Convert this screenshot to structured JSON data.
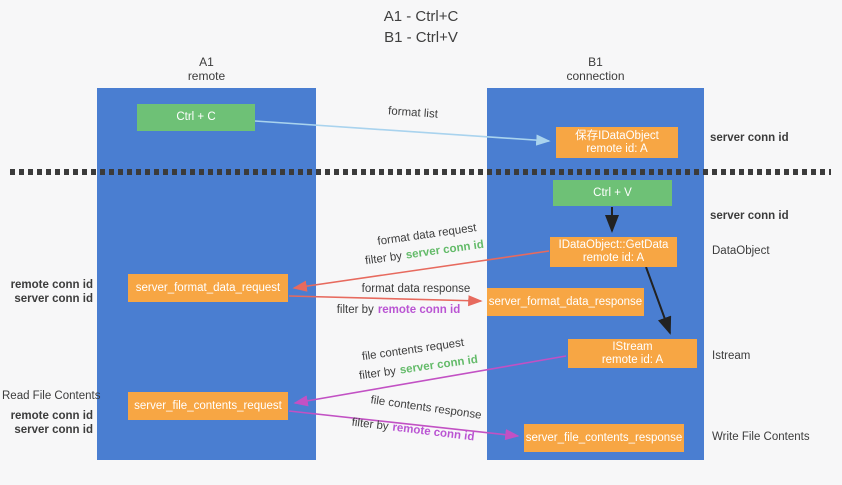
{
  "title": {
    "line1": "A1 - Ctrl+C",
    "line2": "B1 - Ctrl+V"
  },
  "lanes": {
    "left": {
      "name": "A1",
      "role": "remote"
    },
    "right": {
      "name": "B1",
      "role": "connection"
    }
  },
  "boxes": {
    "ctrl_c": {
      "label": "Ctrl + C"
    },
    "save_dataobject": {
      "line1": "保存IDataObject",
      "line2": "remote id: A"
    },
    "ctrl_v": {
      "label": "Ctrl + V"
    },
    "getdata": {
      "line1": "IDataObject::GetData",
      "line2": "remote id: A"
    },
    "istream": {
      "line1": "IStream",
      "line2": "remote id: A"
    },
    "format_request": {
      "label": "server_format_data_request"
    },
    "format_response": {
      "label": "server_format_data_response"
    },
    "file_request": {
      "label": "server_file_contents_request"
    },
    "file_response": {
      "label": "server_file_contents_response"
    }
  },
  "arrow_labels": {
    "format_list": "format list",
    "format_data_request": "format data request",
    "format_data_response": "format data response",
    "file_contents_request": "file contents request",
    "file_contents_response": "file contents response"
  },
  "terms": {
    "filter_by": "filter by",
    "server_conn_id": "server conn id",
    "remote_conn_id": "remote conn id"
  },
  "annotations": {
    "dataobject": "DataObject",
    "istream": "Istream",
    "read_file_contents": "Read File Contents",
    "write_file_contents": "Write File Contents"
  },
  "colors": {
    "background": "#f7f7f8",
    "lane_blue": "#4a7ed1",
    "box_orange": "#f7a644",
    "box_green": "#6ec176",
    "arrow_light_blue": "#a9d3ee",
    "arrow_salmon": "#e76a5e",
    "arrow_magenta": "#c251c4",
    "arrow_black": "#222222",
    "text_green": "#64bb6a",
    "text_purple": "#ba55d3",
    "text_dark": "#3c3c3c",
    "dotted_line": "#3b3b3b"
  }
}
